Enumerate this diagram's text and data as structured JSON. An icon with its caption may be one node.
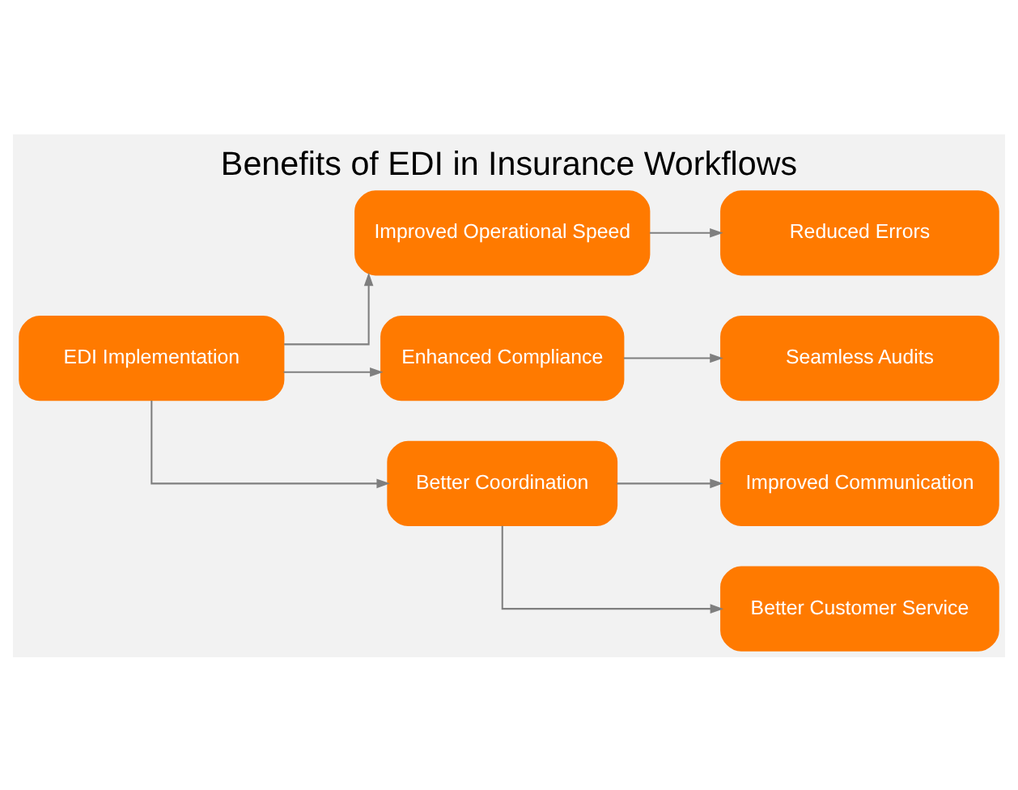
{
  "diagram": {
    "title": "Benefits of EDI in Insurance Workflows",
    "nodes": [
      {
        "text": [
          "EDI Implementation"
        ]
      },
      {
        "text": [
          "Improved Operational Speed"
        ]
      },
      {
        "text": [
          "Enhanced Compliance"
        ]
      },
      {
        "text": [
          "Better Coordination"
        ]
      },
      {
        "text": [
          "Reduced Errors"
        ]
      },
      {
        "text": [
          "Seamless Audits"
        ]
      },
      {
        "text": [
          "Improved Communication"
        ]
      },
      {
        "text": [
          "Better Customer Service"
        ]
      }
    ],
    "edges": [
      {
        "from": 0,
        "to": 1,
        "arrow": "to"
      },
      {
        "from": 0,
        "to": 2,
        "arrow": "to"
      },
      {
        "from": 0,
        "to": 3,
        "arrow": "to"
      },
      {
        "from": 1,
        "to": 4,
        "arrow": "to"
      },
      {
        "from": 2,
        "to": 5,
        "arrow": "to"
      },
      {
        "from": 3,
        "to": 6,
        "arrow": "to"
      },
      {
        "from": 3,
        "to": 7,
        "arrow": "to"
      }
    ]
  }
}
